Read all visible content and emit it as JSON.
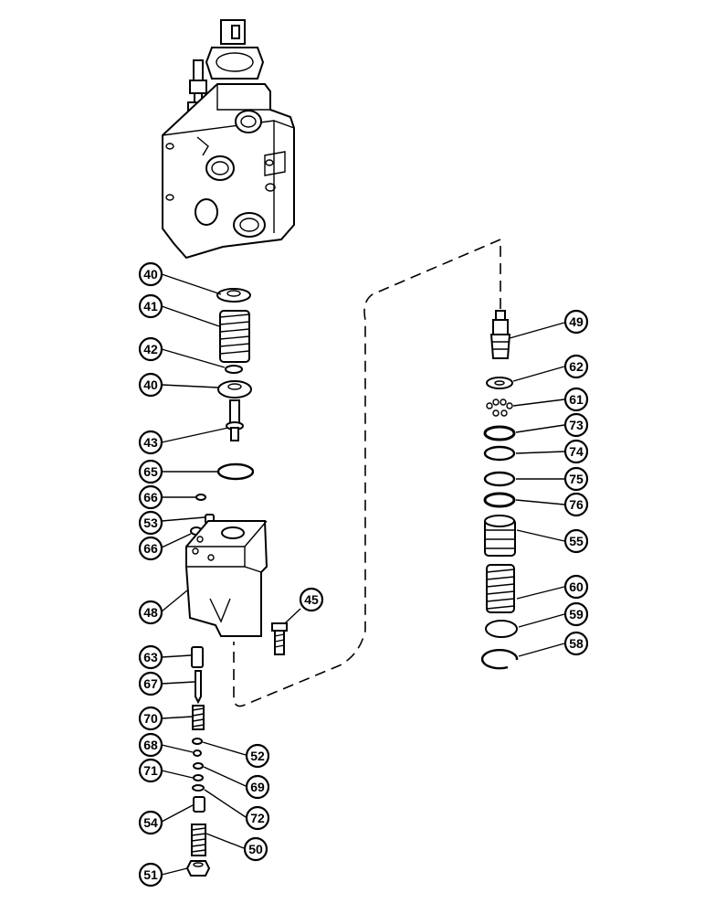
{
  "labels": {
    "l40a": "40",
    "l41": "41",
    "l42": "42",
    "l40b": "40",
    "l43": "43",
    "l65": "65",
    "l66a": "66",
    "l53": "53",
    "l66b": "66",
    "l48": "48",
    "l45": "45",
    "l63": "63",
    "l67": "67",
    "l70": "70",
    "l52": "52",
    "l68": "68",
    "l69": "69",
    "l71": "71",
    "l72": "72",
    "l54": "54",
    "l50": "50",
    "l51": "51",
    "l49": "49",
    "l62": "62",
    "l61": "61",
    "l73": "73",
    "l74": "74",
    "l75": "75",
    "l76": "76",
    "l55": "55",
    "l60": "60",
    "l59": "59",
    "l58": "58"
  }
}
